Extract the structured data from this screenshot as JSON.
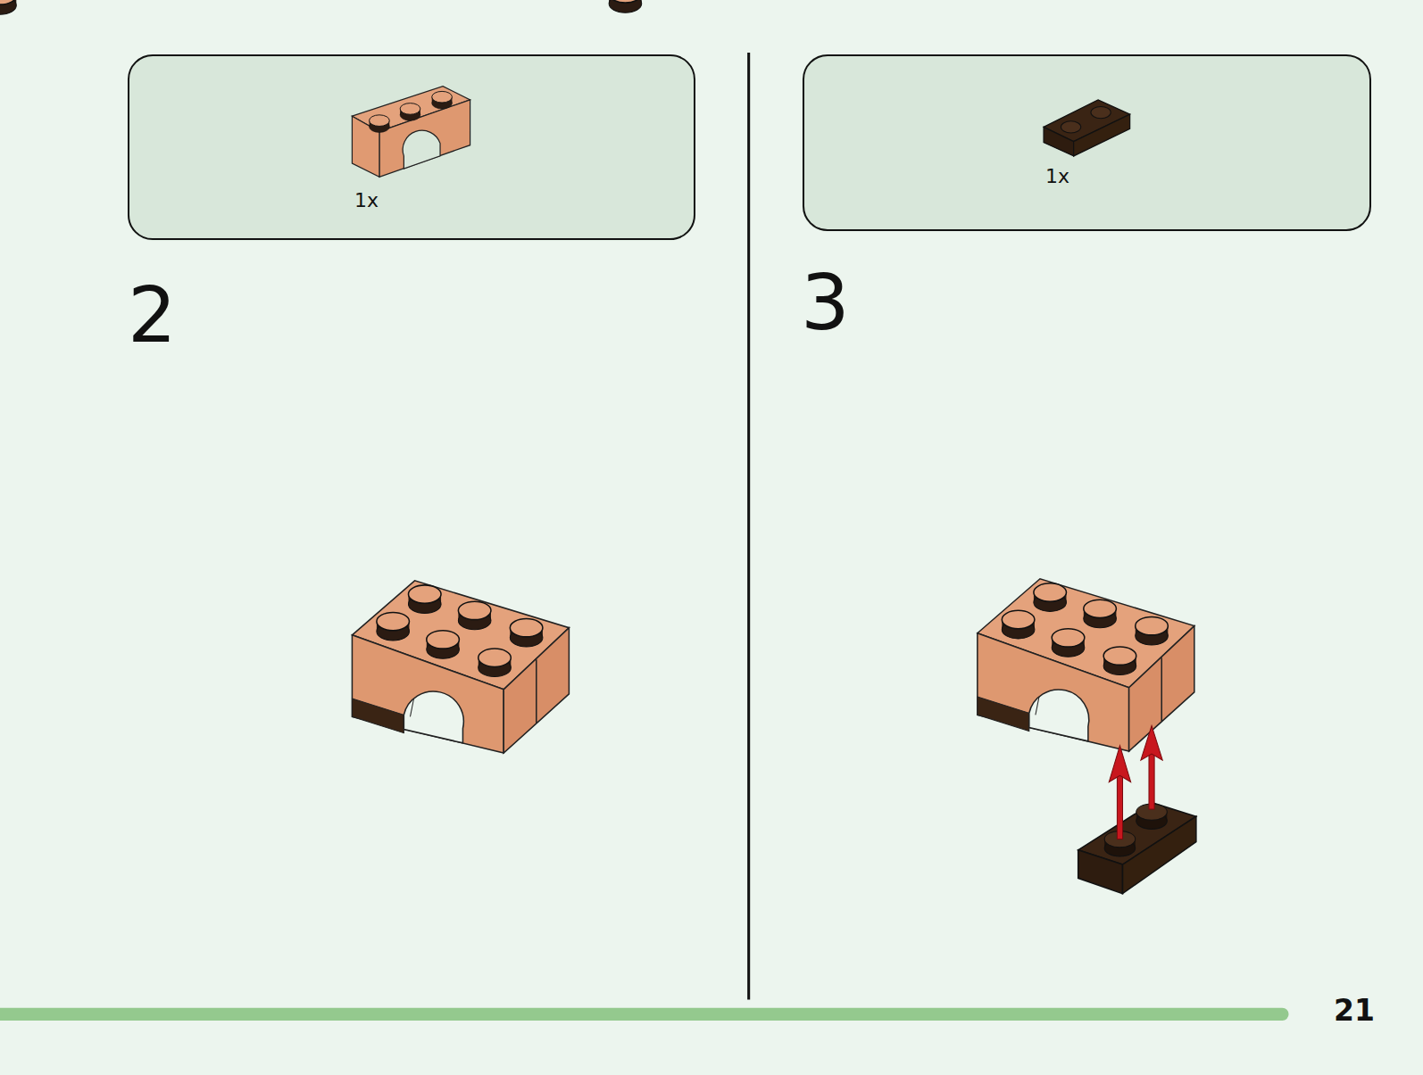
{
  "diagram": {
    "nodes": [
      {
        "text": [
          "1x"
        ]
      },
      {
        "text": [
          "1x"
        ]
      }
    ],
    "labels": [
      "2",
      "3",
      "21"
    ]
  }
}
